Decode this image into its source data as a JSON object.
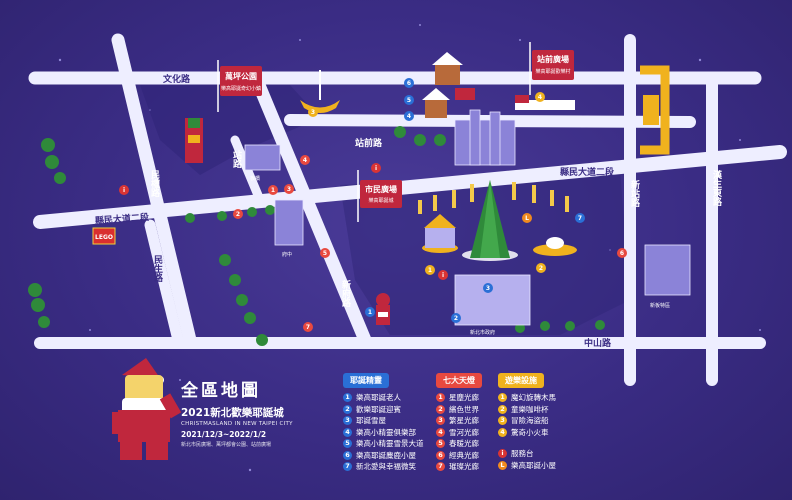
{
  "colors": {
    "road": "#eeeeff",
    "road_label": "#3a2c84",
    "santa_blue": "#2a6fd6",
    "seven_red": "#e8493f",
    "ride_yellow": "#f0b21e",
    "info_red": "#d93434",
    "sign_red": "#c0273d",
    "tree_green": "#2f8a3a"
  },
  "roads": {
    "wenhua": "文化路",
    "zhanqian": "站前路",
    "xianmin2": "縣民大道二段",
    "xianmin2b": "縣民大道二段",
    "minyang": "民權路",
    "minsheng": "民生路",
    "xinfu": "新府路",
    "zhongshan": "中山路",
    "xinzhan": "新站路",
    "hansheng": "漢生東路",
    "zhan": "站路"
  },
  "signs": {
    "wanping": {
      "title": "萬坪公園",
      "sub": "樂高耶誕奇幻小鎮"
    },
    "station": {
      "title": "站前廣場",
      "sub": "樂高耶誕歡樂村"
    },
    "citizen": {
      "title": "市民廣場",
      "sub": "樂高耶誕城"
    }
  },
  "brand": {
    "lego": "LEGO"
  },
  "building_labels": {
    "b1": "板橋",
    "b2": "府中",
    "b3": "新板特區",
    "b4": "新北市政府"
  },
  "title": {
    "main": "全區地圖",
    "sub": "2021新北歡樂耶誕城",
    "english": "CHRISTMASLAND IN NEW TAIPEI CITY",
    "dates": "2021/12/3~2022/1/2",
    "venue": "新北市民廣場、萬坪都會公園、站前廣場"
  },
  "legend": {
    "santa": {
      "header": "耶誕精靈",
      "items": [
        "樂高耶誕老人",
        "歡樂耶誕迎賓",
        "耶誕雪屋",
        "樂高小精靈俱樂部",
        "樂高小精靈雪景大道",
        "樂高耶誕麋鹿小屋",
        "新北愛與幸福微笑"
      ]
    },
    "seven": {
      "header": "七大天燈",
      "items": [
        "星塵光廊",
        "繽色世界",
        "繁星光廊",
        "雪河光廊",
        "春暖光廊",
        "經典光廊",
        "璀璨光廊"
      ]
    },
    "rides": {
      "header": "遊樂設施",
      "items": [
        "魔幻旋轉木馬",
        "童樂咖啡杯",
        "冒險海盜船",
        "驚奇小火車"
      ]
    },
    "extra": [
      {
        "mark": "i",
        "label": "服務台"
      },
      {
        "mark": "L",
        "label": "樂高耶誕小屋"
      }
    ]
  }
}
